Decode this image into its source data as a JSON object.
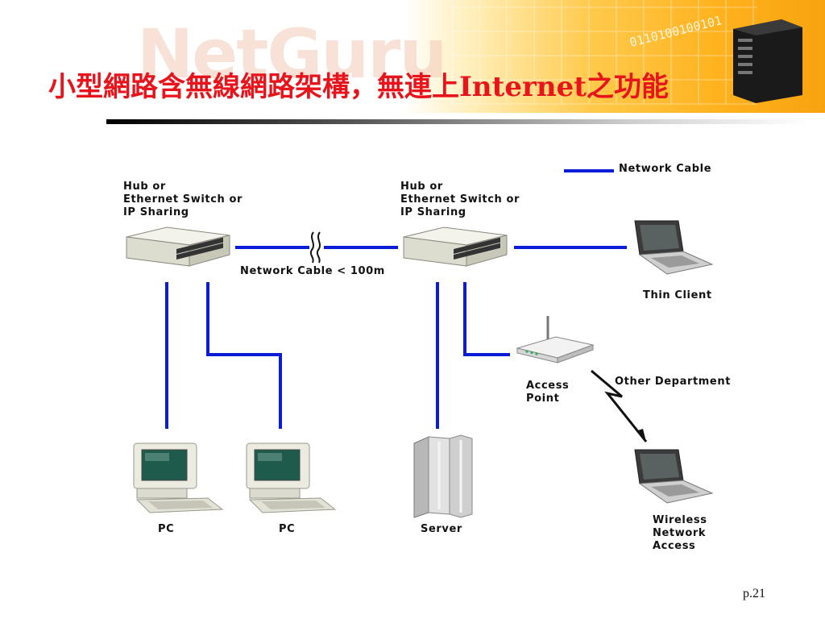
{
  "slide": {
    "title": "小型網路含無線網路架構，無連上Internet之功能",
    "page_number": "p.21"
  },
  "banner": {
    "logo_text": "NetGuru",
    "digits": "0110100100101",
    "digits2": "0110"
  },
  "legend": {
    "label": "Network Cable"
  },
  "diagram": {
    "hub_left_label": "Hub or\nEthernet Switch or\nIP Sharing",
    "hub_right_label": "Hub or\nEthernet Switch or\nIP Sharing",
    "link_label": "Network Cable < 100m",
    "thin_client_label": "Thin Client",
    "access_point_label": "Access\nPoint",
    "other_department_label": "Other Department",
    "wireless_label": "Wireless\nNetwork\nAccess",
    "pc1_label": "PC",
    "pc2_label": "PC",
    "server_label": "Server"
  },
  "colors": {
    "title": "#e8141c",
    "cable": "#0a1cd6",
    "banner": "#ffb21e"
  },
  "icons": [
    "hub-icon",
    "laptop-icon",
    "access-point-icon",
    "pc-icon",
    "server-icon",
    "lightning-icon"
  ]
}
